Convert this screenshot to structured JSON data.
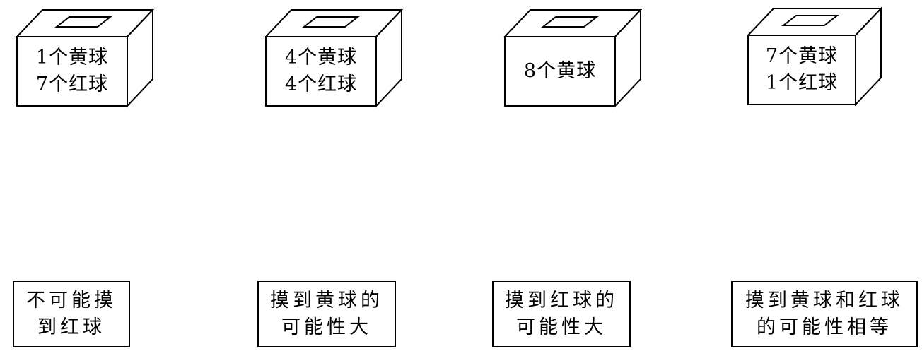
{
  "boxes": [
    {
      "lines": [
        "1个黄球",
        "7个红球"
      ]
    },
    {
      "lines": [
        "4个黄球",
        "4个红球"
      ]
    },
    {
      "lines": [
        "8个黄球"
      ]
    },
    {
      "lines": [
        "7个黄球",
        "1个红球"
      ]
    }
  ],
  "cards": [
    {
      "lines": [
        "不可能摸",
        "到红球"
      ]
    },
    {
      "lines": [
        "摸到黄球的",
        "可能性大"
      ]
    },
    {
      "lines": [
        "摸到红球的",
        "可能性大"
      ]
    },
    {
      "lines": [
        "摸到黄球和红球",
        "的可能性相等"
      ]
    }
  ]
}
